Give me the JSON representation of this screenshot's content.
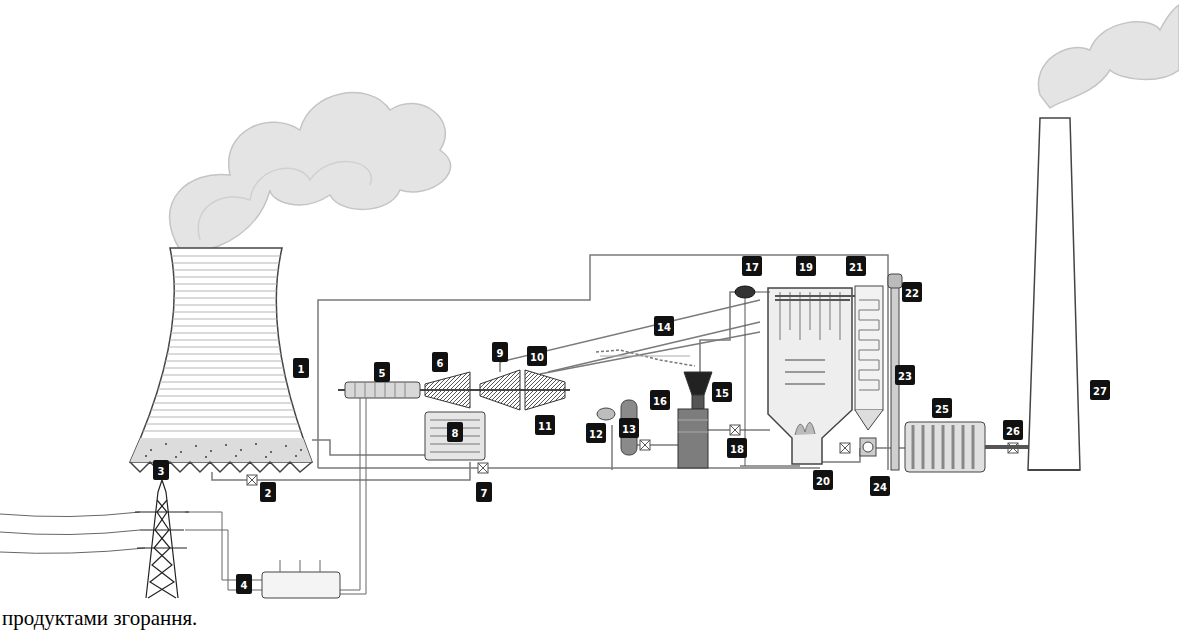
{
  "diagram": {
    "labels": [
      "1",
      "2",
      "3",
      "4",
      "5",
      "6",
      "7",
      "8",
      "9",
      "10",
      "11",
      "12",
      "13",
      "14",
      "15",
      "16",
      "17",
      "18",
      "19",
      "20",
      "21",
      "22",
      "23",
      "24",
      "25",
      "26",
      "27",
      "продуктами згорання."
    ]
  }
}
